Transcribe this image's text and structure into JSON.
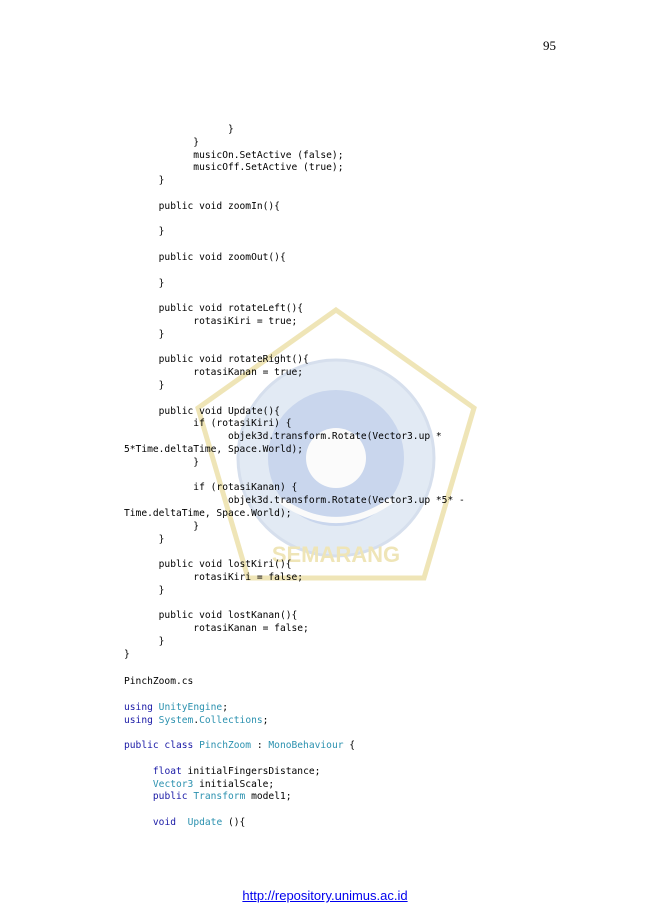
{
  "page_number": "95",
  "code_part1": [
    "                  }",
    "            }",
    "            musicOn.SetActive (false);",
    "            musicOff.SetActive (true);",
    "      }",
    "",
    "      public void zoomIn(){",
    "",
    "      }",
    "",
    "      public void zoomOut(){",
    "",
    "      }",
    "",
    "      public void rotateLeft(){",
    "            rotasiKiri = true;",
    "      }",
    "",
    "      public void rotateRight(){",
    "            rotasiKanan = true;",
    "      }",
    "",
    "      public void Update(){",
    "            if (rotasiKiri) {",
    "                  objek3d.transform.Rotate(Vector3.up *",
    "5*Time.deltaTime, Space.World);",
    "            }",
    "",
    "            if (rotasiKanan) {",
    "                  objek3d.transform.Rotate(Vector3.up *5* -",
    "Time.deltaTime, Space.World);",
    "            }",
    "      }",
    "",
    "      public void lostKiri(){",
    "            rotasiKiri = false;",
    "      }",
    "",
    "      public void lostKanan(){",
    "            rotasiKanan = false;",
    "      }",
    "}"
  ],
  "filename": "PinchZoom.cs",
  "code_part2": {
    "using1_kw": "using",
    "using1_ns": "UnityEngine",
    "using1_end": ";",
    "using2_kw": "using",
    "using2_ns": "System",
    "using2_dot": ".",
    "using2_ns2": "Collections",
    "using2_end": ";",
    "class_kw": "public class",
    "class_name": "PinchZoom",
    "class_colon": " : ",
    "class_base": "MonoBehaviour",
    "class_open": " {",
    "field1_kw": "float",
    "field1_rest": " initialFingersDistance;",
    "field2_type": "Vector3",
    "field2_rest": " initialScale;",
    "field3_kw": "public",
    "field3_type": "Transform",
    "field3_rest": " model1;",
    "method_kw": "void",
    "method_name": "Update",
    "method_rest": " (){"
  },
  "watermark_text": "SEMARANG",
  "footer_link": "http://repository.unimus.ac.id"
}
